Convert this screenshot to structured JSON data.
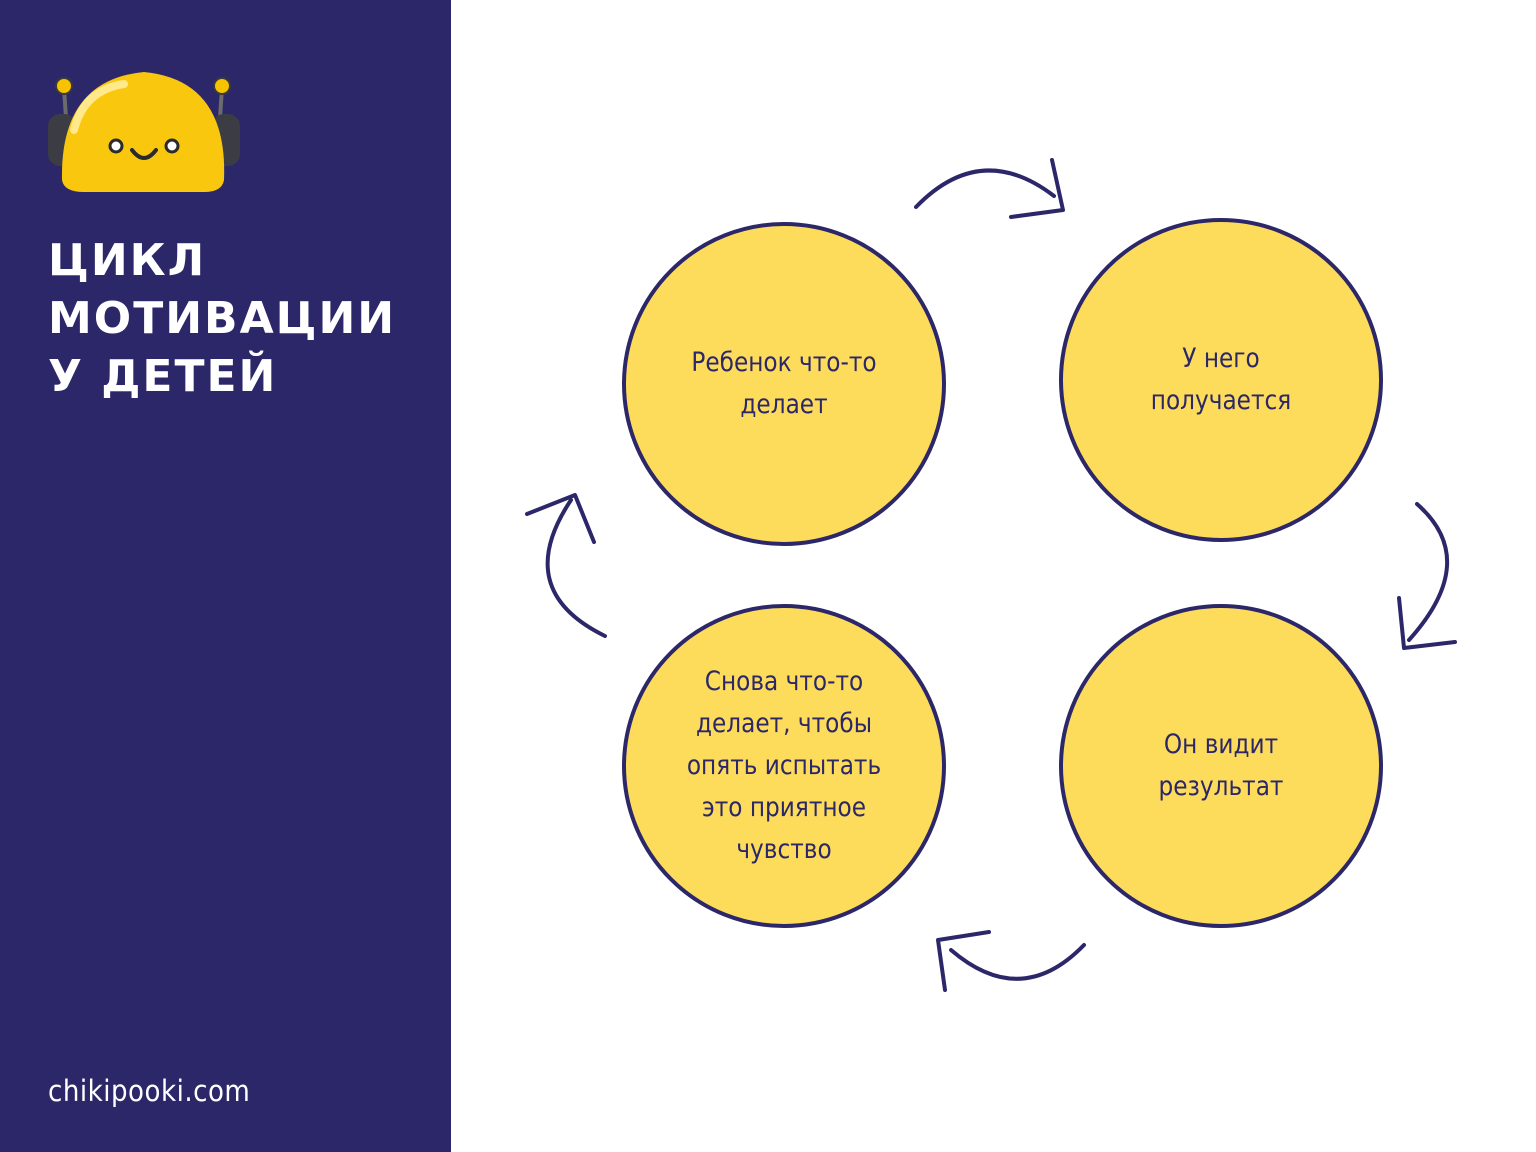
{
  "title": {
    "line1": "ЦИКЛ",
    "line2": "МОТИВАЦИИ",
    "line3": "У ДЕТЕЙ"
  },
  "site": "chikipooki.com",
  "mascot": {
    "icon": "robot-mascot-icon"
  },
  "colors": {
    "sidebar": "#2c2769",
    "circle_fill": "#fddc5c",
    "circle_stroke": "#2c2769",
    "text": "#2c2769"
  },
  "cycle": {
    "steps": [
      {
        "text": "Ребенок что-то делает"
      },
      {
        "text": "У него получается"
      },
      {
        "text": "Он видит результат"
      },
      {
        "text": "Снова что-то делает, чтобы опять испытать это приятное чувство"
      }
    ]
  }
}
